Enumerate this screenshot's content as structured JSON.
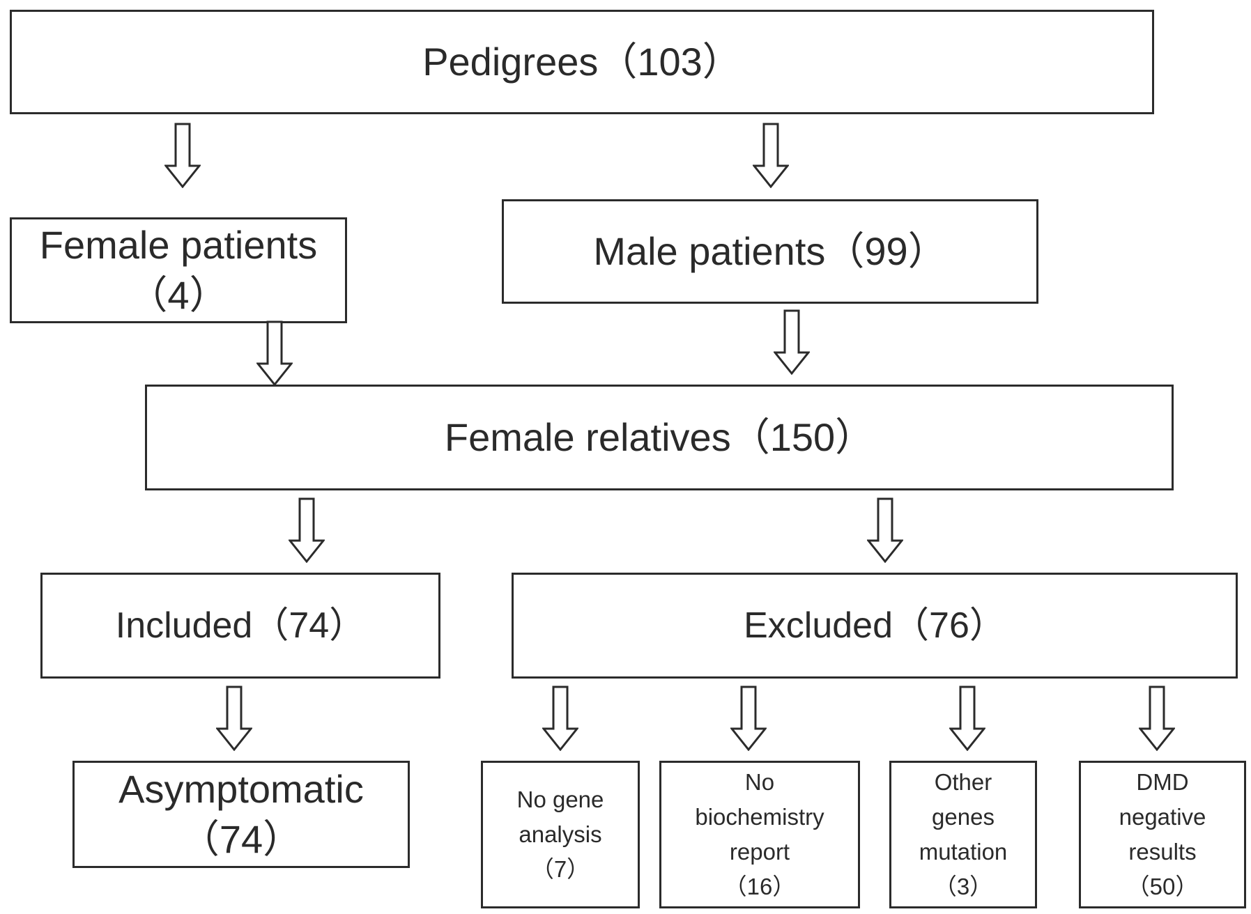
{
  "nodes": {
    "pedigrees": {
      "label": "Pedigrees",
      "count": "103"
    },
    "female_patients": {
      "label": "Female patients",
      "count": "4"
    },
    "male_patients": {
      "label": "Male patients",
      "count": "99"
    },
    "female_relatives": {
      "label": "Female relatives",
      "count": "150"
    },
    "included": {
      "label": "Included",
      "count": "74"
    },
    "excluded": {
      "label": "Excluded",
      "count": "76"
    },
    "asymptomatic": {
      "label": "Asymptomatic",
      "count": "74"
    },
    "no_gene_analysis": {
      "line1": "No gene",
      "line2": "analysis",
      "count": "7"
    },
    "no_biochemistry_report": {
      "line1": "No",
      "line2": "biochemistry",
      "line3": "report",
      "count": "16"
    },
    "other_genes_mutation": {
      "line1": "Other",
      "line2": "genes",
      "line3": "mutation",
      "count": "3"
    },
    "dmd_negative_results": {
      "line1": "DMD",
      "line2": "negative",
      "line3": "results",
      "count": "50"
    }
  }
}
